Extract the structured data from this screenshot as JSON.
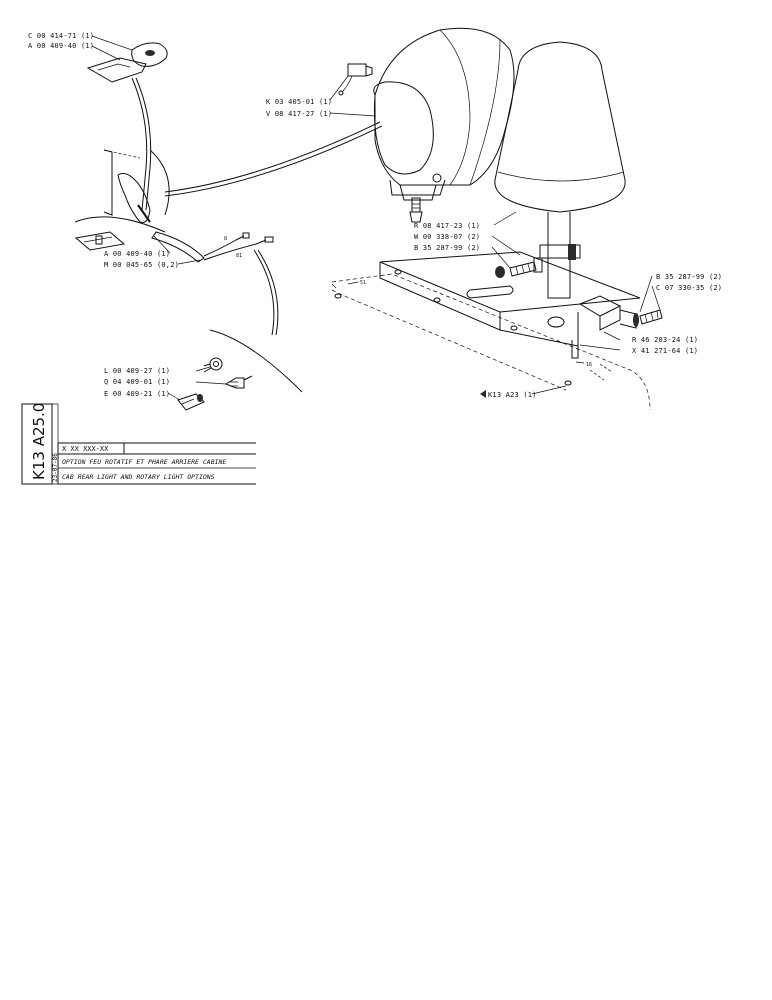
{
  "parts": {
    "c00_414_71": "C 00 414-71 (1)",
    "a00_409_40_top": "A 00 409-40 (1)",
    "k03_405_01": "K 03 405-01 (1)",
    "v08_417_27": "V 08 417-27 (1)",
    "r08_417_23": "R 08 417-23 (1)",
    "w00_338_07": "W 00 338-07 (2)",
    "b35_287_99_left": "B 35 287-99 (2)",
    "a00_409_40_mid": "A 00 409-40 (1)",
    "m00_045_65": "M 00 045-65 (0,2)",
    "b35_287_99_right": "B 35 287-99 (2)",
    "c07_330_35": "C 07 330-35 (2)",
    "r46_203_24": "R 46 203-24 (1)",
    "x41_271_64": "X 41 271-64 (1)",
    "l00_409_27": "L 00 409-27 (1)",
    "q04_409_01": "Q 04 409-01 (1)",
    "e00_409_21": "E 00 409-21 (1)",
    "k13_a23": "K13  A23 (1)"
  },
  "marks": {
    "dim_51": "51",
    "dim_16": "16",
    "wire_8": "8",
    "wire_81": "81"
  },
  "title_block": {
    "sheet_code": "K13 A25.0",
    "date": "23-07-86",
    "part_number": "X XX XXX-XX",
    "title_fr": "OPTION FEU ROTATIF ET PHARE ARRIERE CABINE",
    "title_en": "CAB REAR LIGHT AND ROTARY LIGHT OPTIONS"
  }
}
